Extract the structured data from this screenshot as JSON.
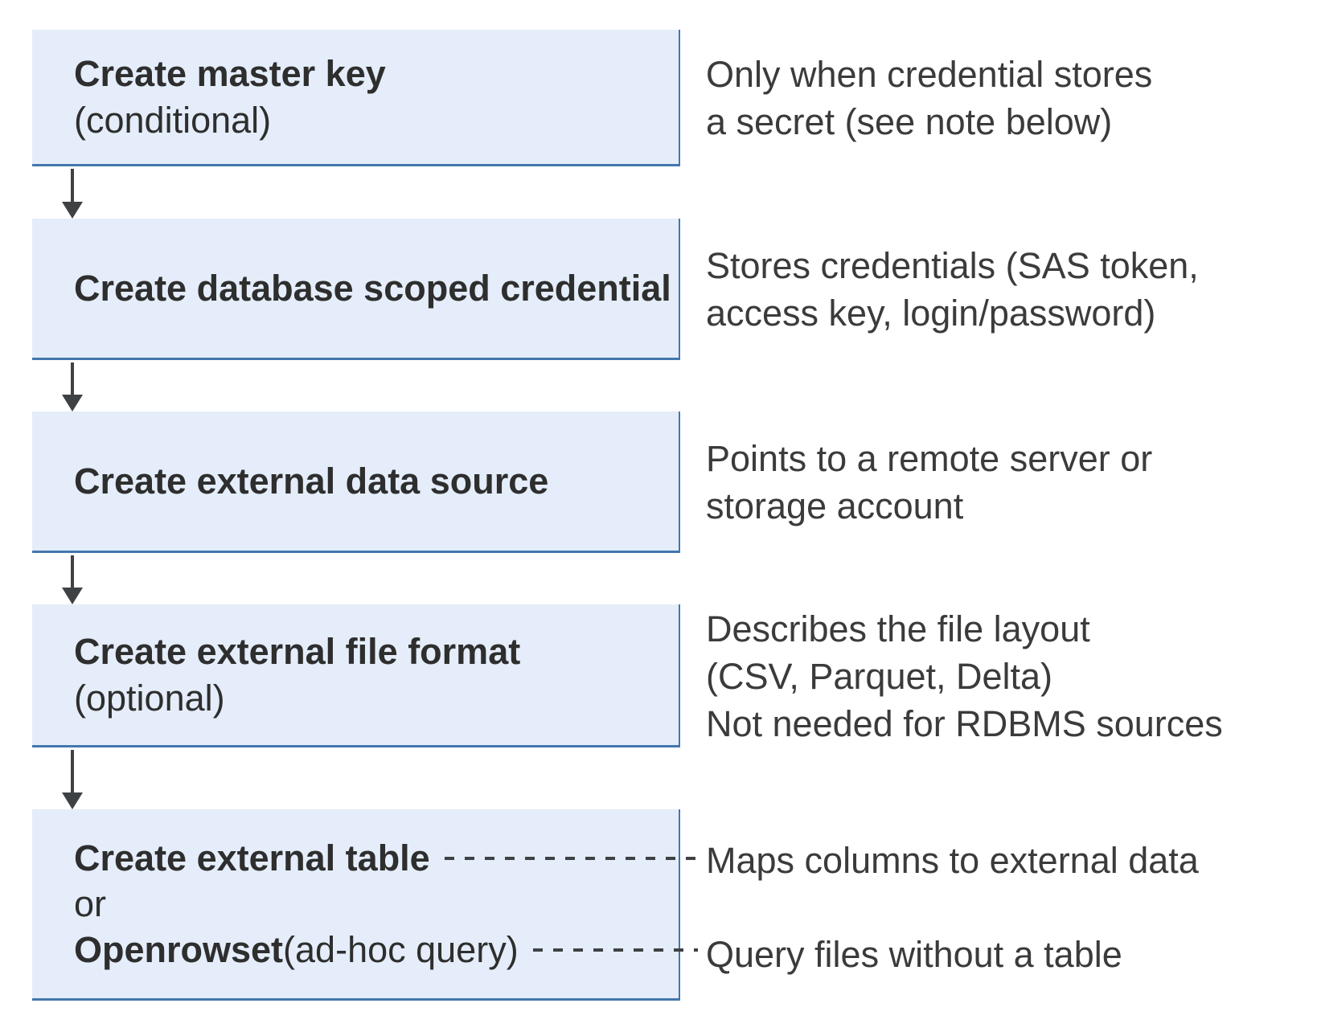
{
  "colors": {
    "box-fill": "#e4edf9",
    "box-border": "#4377ad",
    "arrow": "#3f4245",
    "title-text": "#2e2e2e",
    "note-text": "#3b3b3b"
  },
  "steps": [
    {
      "title": "Create master key",
      "subtitle": "(conditional)",
      "note": "Only when credential stores\na secret (see note below)"
    },
    {
      "title": "Create database scoped credential",
      "subtitle": "",
      "note": "Stores credentials (SAS token,\naccess key, login/password)"
    },
    {
      "title": "Create external data source",
      "subtitle": "",
      "note": "Points to a remote server or\nstorage account"
    },
    {
      "title": "Create external file format",
      "subtitle": "(optional)",
      "note": "Describes the file layout\n(CSV, Parquet, Delta)\nNot needed for RDBMS sources"
    }
  ],
  "final_step": {
    "option1": "Create external table",
    "conjunction": "or",
    "option2_bold": "Openrowset",
    "option2_rest": " (ad-hoc query)",
    "note1": "Maps columns to external data",
    "note2": "Query files without a table"
  }
}
